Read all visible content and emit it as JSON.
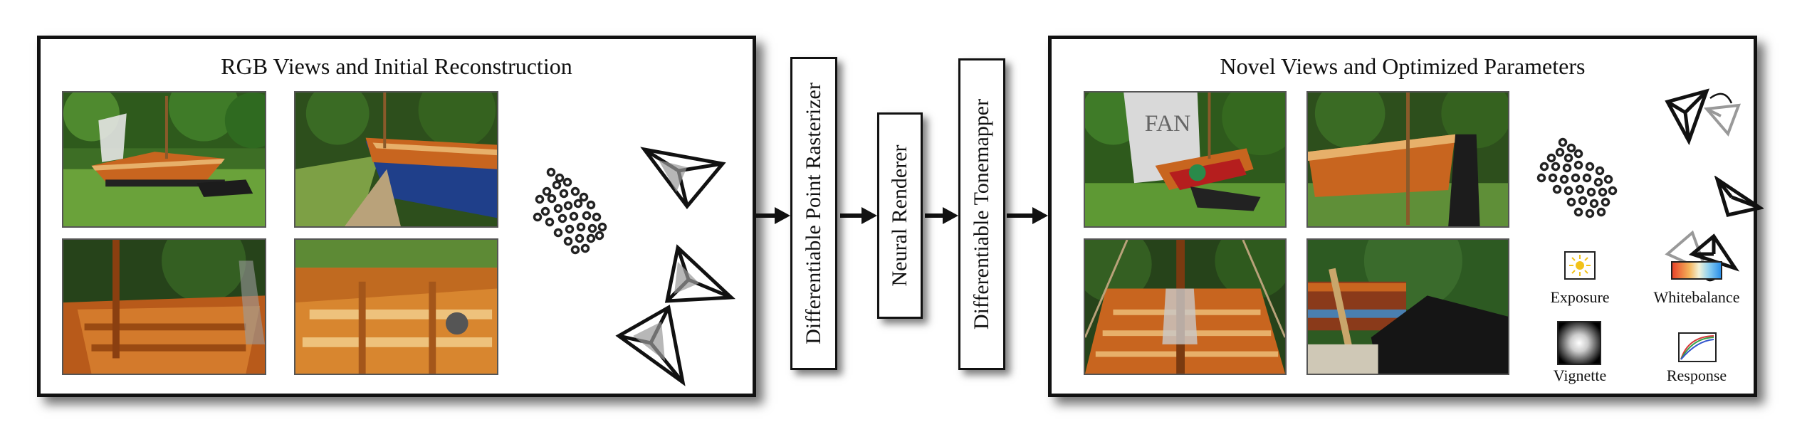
{
  "left_panel": {
    "title": "RGB Views and Initial Reconstruction"
  },
  "pipeline": {
    "rasterizer": "Differentiable Point Rasterizer",
    "renderer": "Neural Renderer",
    "tonemapper": "Differentiable Tonemapper"
  },
  "right_panel": {
    "title": "Novel Views and Optimized Parameters",
    "params": {
      "exposure": "Exposure",
      "whitebalance": "Whitebalance",
      "vignette": "Vignette",
      "response": "Response"
    },
    "photo_sign_text": "FAN"
  },
  "icons": [
    "point-cloud-icon",
    "camera-frustum-icon",
    "sun-icon",
    "gradient-icon",
    "response-curve-icon",
    "arrow-icon"
  ],
  "colors": {
    "ink": "#111111",
    "wood": "#c8651f",
    "grass": "#4f8a2f",
    "sky": "#cfe3f5",
    "sun": "#f2c21a"
  }
}
